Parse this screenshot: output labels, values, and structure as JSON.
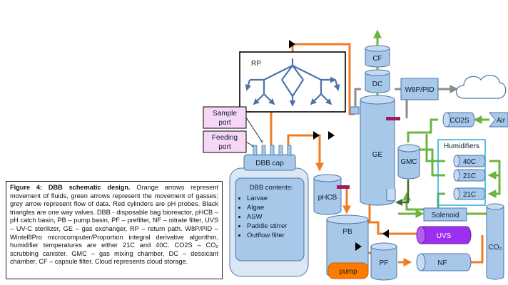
{
  "caption": {
    "title": "Figure 4: DBB schematic design.",
    "text": "Orange arrows represent movement of fluids, green arrows represent the movement of gasses; grey arrow represent flow of data. Red cylinders are pH probes. Black triangles are one way valves. DBB - disposable bag bioreactor, pHCB – pH catch basin, PB – pump basin, PF – prefilter, NF – nitrate filter, UVS – UV-C sterilizer, GE – gas exchanger, RP – return path. W8P/PID – Wintel8Pro microcomputer/Proportion integral derivative algorithm, humidifier temperatures are either 21C and 40C. CO2S – CO₂ scrubbing canister. GMC – gas mixing chamber, DC – dessicant chamber, CF – capsule filter. Cloud represents cloud storage."
  },
  "components": {
    "rp": "RP",
    "sample_port_1": "Sample",
    "sample_port_2": "port",
    "feeding_port_1": "Feeding",
    "feeding_port_2": "port",
    "dbb_cap": "DBB cap",
    "phcb": "pHCB",
    "pb": "PB",
    "pump": "pump",
    "pf": "PF",
    "ge": "GE",
    "dc": "DC",
    "cf": "CF",
    "w8p": "W8P/PID",
    "co2s": "CO2S",
    "air": "Air",
    "gmc": "GMC",
    "humidifiers": "Humidifiers",
    "h40": "40C",
    "h21a": "21C",
    "h21b": "21C",
    "solenoid": "Solenoid",
    "uvs": "UVS",
    "nf": "NF",
    "co2": "CO₂"
  },
  "dbb_contents": {
    "title": "DBB contents:",
    "items": [
      "Larvae",
      "Algae",
      "ASW",
      "Paddle stirrer",
      "Outflow filter"
    ]
  },
  "colors": {
    "fluid": "#f07b22",
    "gas": "#6cb43f",
    "data": "#8c8c8c",
    "ph_probe": "#9e1f5c",
    "valve": "#000000",
    "component_fill": "#a8c8ea",
    "component_stroke": "#4a74a8",
    "uvs_fill": "#9b30f0",
    "pump_fill": "#ff7a00",
    "port_fill": "#f6d7f5"
  }
}
